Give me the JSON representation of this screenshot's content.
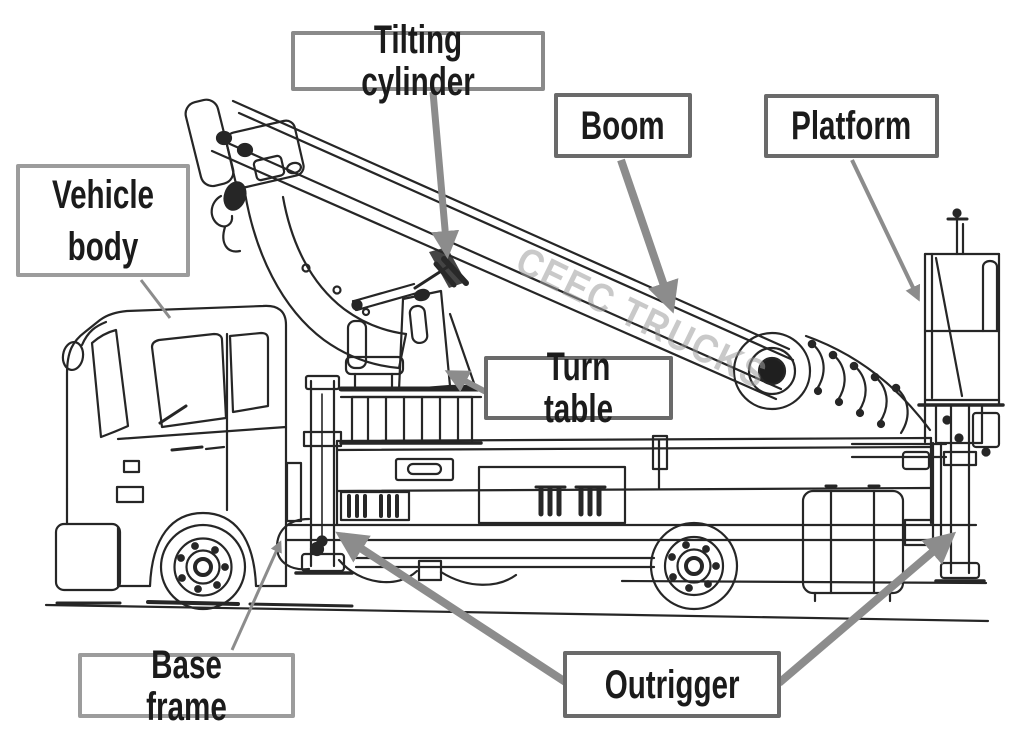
{
  "diagram": {
    "watermark": "CEEC TRUCKS",
    "labels": {
      "tilting_cylinder": "Tilting cylinder",
      "boom": "Boom",
      "platform": "Platform",
      "vehicle_body": "Vehicle body",
      "turn_table": "Turn table",
      "base_frame": "Base frame",
      "outrigger": "Outrigger"
    },
    "colors": {
      "ink": "#262626",
      "label_border": "#7e7e7e",
      "annotation_gray": "#8c8c8c",
      "watermark_gray": "#9d9d9d",
      "background": "#ffffff"
    }
  }
}
